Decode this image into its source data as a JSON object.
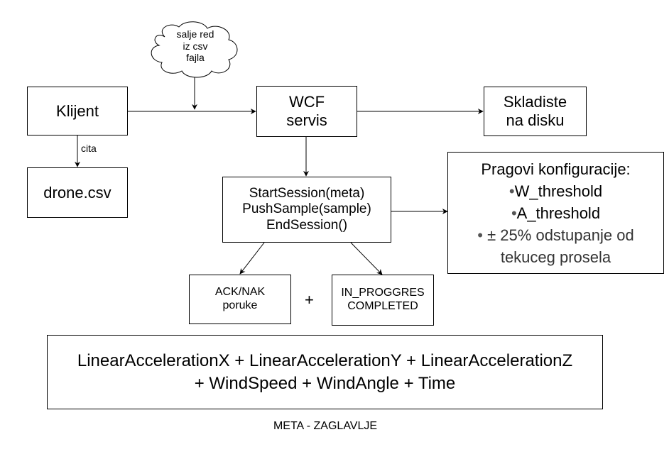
{
  "diagram": {
    "cloud": [
      "salje red",
      "iz csv",
      "fajla"
    ],
    "klijent": "Klijent",
    "cita_label": "cita",
    "drone_csv": "drone.csv",
    "wcf": [
      "WCF",
      "servis"
    ],
    "skladiste": [
      "Skladiste",
      "na disku"
    ],
    "operations": [
      "StartSession(meta)",
      "PushSample(sample)",
      "EndSession()"
    ],
    "pragovi": {
      "title": "Pragovi konfiguracije:",
      "items": [
        {
          "bullet": "•",
          "text": "W_threshold"
        },
        {
          "bullet": "•",
          "text": "A_threshold"
        },
        {
          "bullet": "•",
          "text": "± 25% odstupanje od"
        }
      ],
      "last_line": "tekuceg prosela"
    },
    "ack": [
      "ACK/NAK",
      "poruke"
    ],
    "plus": "+",
    "status": [
      "IN_PROGGRES",
      "COMPLETED"
    ],
    "meta_fields": [
      "LinearAccelerationX + LinearAccelerationY + LinearAccelerationZ",
      "+ WindSpeed + WindAngle + Time"
    ],
    "meta_caption": "META - ZAGLAVLJE"
  }
}
